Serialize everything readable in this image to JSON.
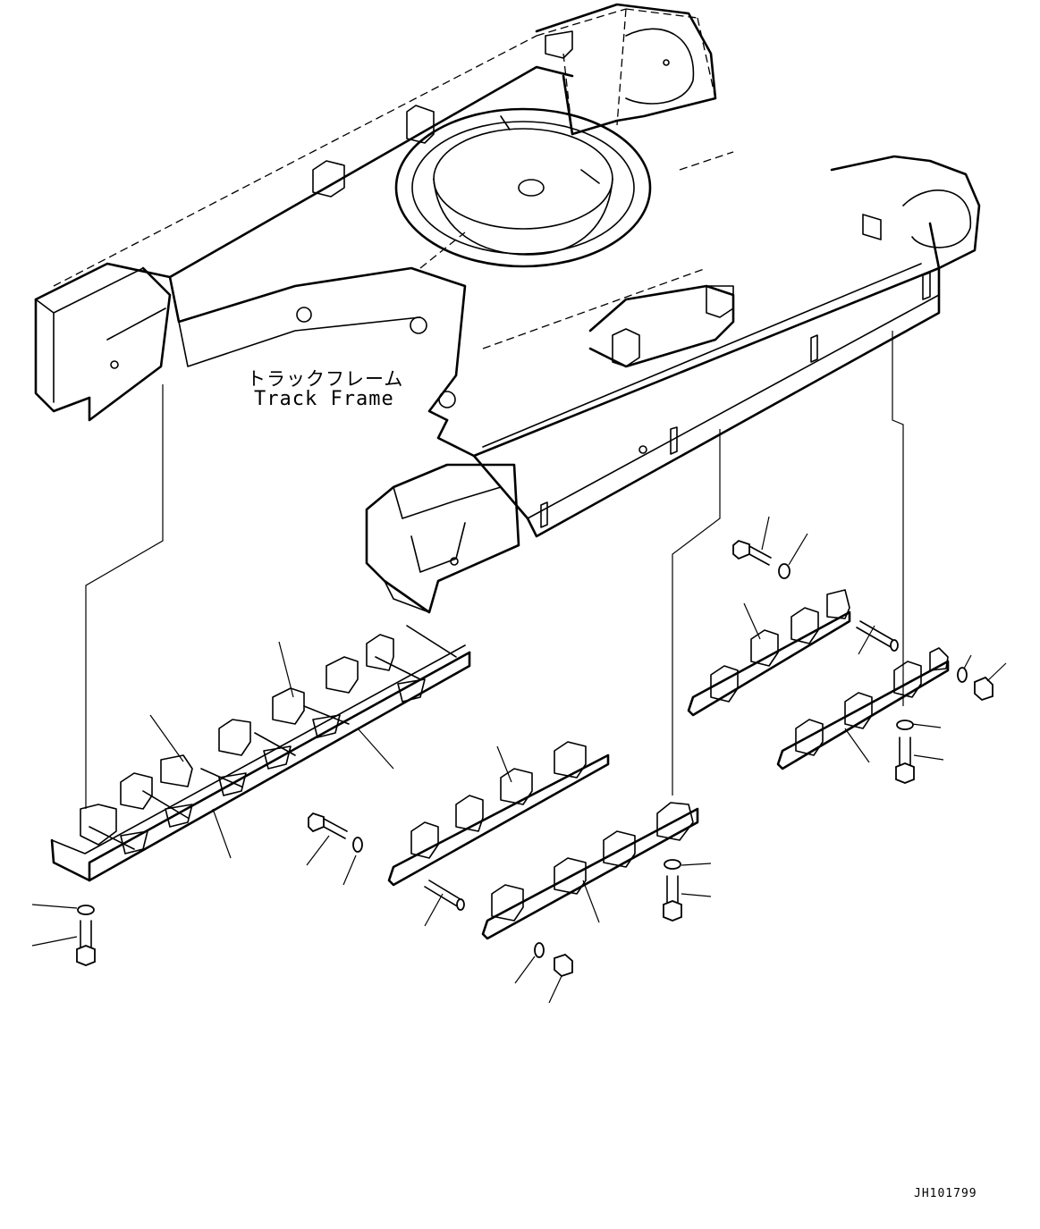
{
  "diagram": {
    "title_jp": "トラックフレーム",
    "title_en": "Track Frame",
    "drawing_code": "JH101799"
  },
  "colors": {
    "line": "#000000",
    "background": "#ffffff"
  }
}
